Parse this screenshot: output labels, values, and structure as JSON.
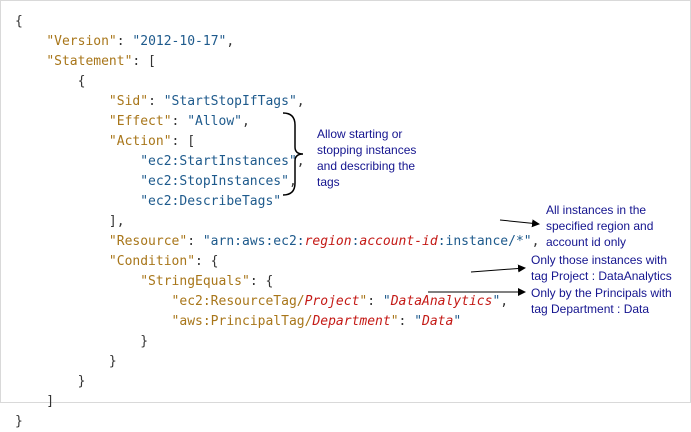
{
  "code_lines": [
    [
      {
        "t": "{",
        "c": "p"
      }
    ],
    [
      {
        "t": "    ",
        "c": "p"
      },
      {
        "t": "\"Version\"",
        "c": "k"
      },
      {
        "t": ": ",
        "c": "p"
      },
      {
        "t": "\"2012-10-17\"",
        "c": "s"
      },
      {
        "t": ",",
        "c": "p"
      }
    ],
    [
      {
        "t": "    ",
        "c": "p"
      },
      {
        "t": "\"Statement\"",
        "c": "k"
      },
      {
        "t": ": [",
        "c": "p"
      }
    ],
    [
      {
        "t": "        {",
        "c": "p"
      }
    ],
    [
      {
        "t": "            ",
        "c": "p"
      },
      {
        "t": "\"Sid\"",
        "c": "k"
      },
      {
        "t": ": ",
        "c": "p"
      },
      {
        "t": "\"StartStopIfTags\"",
        "c": "s"
      },
      {
        "t": ",",
        "c": "p"
      }
    ],
    [
      {
        "t": "            ",
        "c": "p"
      },
      {
        "t": "\"Effect\"",
        "c": "k"
      },
      {
        "t": ": ",
        "c": "p"
      },
      {
        "t": "\"Allow\"",
        "c": "s"
      },
      {
        "t": ",",
        "c": "p"
      }
    ],
    [
      {
        "t": "            ",
        "c": "p"
      },
      {
        "t": "\"Action\"",
        "c": "k"
      },
      {
        "t": ": [",
        "c": "p"
      }
    ],
    [
      {
        "t": "                ",
        "c": "p"
      },
      {
        "t": "\"ec2:StartInstances\"",
        "c": "s"
      },
      {
        "t": ",",
        "c": "p"
      }
    ],
    [
      {
        "t": "                ",
        "c": "p"
      },
      {
        "t": "\"ec2:StopInstances\"",
        "c": "s"
      },
      {
        "t": ",",
        "c": "p"
      }
    ],
    [
      {
        "t": "                ",
        "c": "p"
      },
      {
        "t": "\"ec2:DescribeTags\"",
        "c": "s"
      }
    ],
    [
      {
        "t": "            ],",
        "c": "p"
      }
    ],
    [
      {
        "t": "            ",
        "c": "p"
      },
      {
        "t": "\"Resource\"",
        "c": "k"
      },
      {
        "t": ": ",
        "c": "p"
      },
      {
        "t": "\"arn:aws:ec2:",
        "c": "s"
      },
      {
        "t": "region",
        "c": "v"
      },
      {
        "t": ":",
        "c": "s"
      },
      {
        "t": "account-id",
        "c": "v"
      },
      {
        "t": ":instance/*\"",
        "c": "s"
      },
      {
        "t": ",",
        "c": "p"
      }
    ],
    [
      {
        "t": "            ",
        "c": "p"
      },
      {
        "t": "\"Condition\"",
        "c": "k"
      },
      {
        "t": ": {",
        "c": "p"
      }
    ],
    [
      {
        "t": "                ",
        "c": "p"
      },
      {
        "t": "\"StringEquals\"",
        "c": "k"
      },
      {
        "t": ": {",
        "c": "p"
      }
    ],
    [
      {
        "t": "                    ",
        "c": "p"
      },
      {
        "t": "\"ec2:ResourceTag/",
        "c": "k"
      },
      {
        "t": "Project",
        "c": "v"
      },
      {
        "t": "\"",
        "c": "k"
      },
      {
        "t": ": ",
        "c": "p"
      },
      {
        "t": "\"",
        "c": "s"
      },
      {
        "t": "DataAnalytics",
        "c": "v"
      },
      {
        "t": "\"",
        "c": "s"
      },
      {
        "t": ",",
        "c": "p"
      }
    ],
    [
      {
        "t": "                    ",
        "c": "p"
      },
      {
        "t": "\"aws:PrincipalTag/",
        "c": "k"
      },
      {
        "t": "Department",
        "c": "v"
      },
      {
        "t": "\"",
        "c": "k"
      },
      {
        "t": ": ",
        "c": "p"
      },
      {
        "t": "\"",
        "c": "s"
      },
      {
        "t": "Data",
        "c": "v"
      },
      {
        "t": "\"",
        "c": "s"
      }
    ],
    [
      {
        "t": "                }",
        "c": "p"
      }
    ],
    [
      {
        "t": "            }",
        "c": "p"
      }
    ],
    [
      {
        "t": "        }",
        "c": "p"
      }
    ],
    [
      {
        "t": "    ]",
        "c": "p"
      }
    ],
    [
      {
        "t": "}",
        "c": "p"
      }
    ]
  ],
  "annotations": {
    "actions_note": [
      "Allow starting or",
      "stopping instances",
      "and describing the",
      "tags"
    ],
    "resource_note": [
      "All instances in the",
      "specified region and",
      "account id only"
    ],
    "project_note": [
      "Only those instances with",
      "tag Project : DataAnalytics"
    ],
    "department_note": [
      "Only by the Principals with",
      "tag Department : Data"
    ]
  },
  "colors": {
    "key": "#a8761a",
    "string": "#1e5a8c",
    "variable": "#c41a16",
    "annotation_text": "#14148f",
    "arrow": "#000000"
  }
}
